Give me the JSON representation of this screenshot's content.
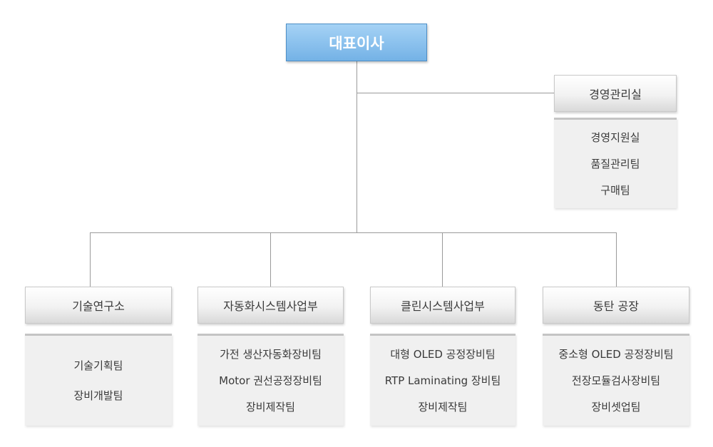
{
  "ceo": {
    "label": "대표이사"
  },
  "management": {
    "label": "경영관리실",
    "teams": [
      "경영지원실",
      "품질관리팀",
      "구매팀"
    ]
  },
  "departments": [
    {
      "label": "기술연구소",
      "teams": [
        "기술기획팀",
        "장비개발팀"
      ]
    },
    {
      "label": "자동화시스템사업부",
      "teams": [
        "가전 생산자동화장비팀",
        "Motor 권선공정장비팀",
        "장비제작팀"
      ]
    },
    {
      "label": "클린시스템사업부",
      "teams": [
        "대형 OLED 공정장비팀",
        "RTP Laminating 장비팀",
        "장비제작팀"
      ]
    },
    {
      "label": "동탄 공장",
      "teams": [
        "중소형 OLED 공정장비팀",
        "전장모듈검사장비팀",
        "장비셋업팀"
      ]
    }
  ]
}
